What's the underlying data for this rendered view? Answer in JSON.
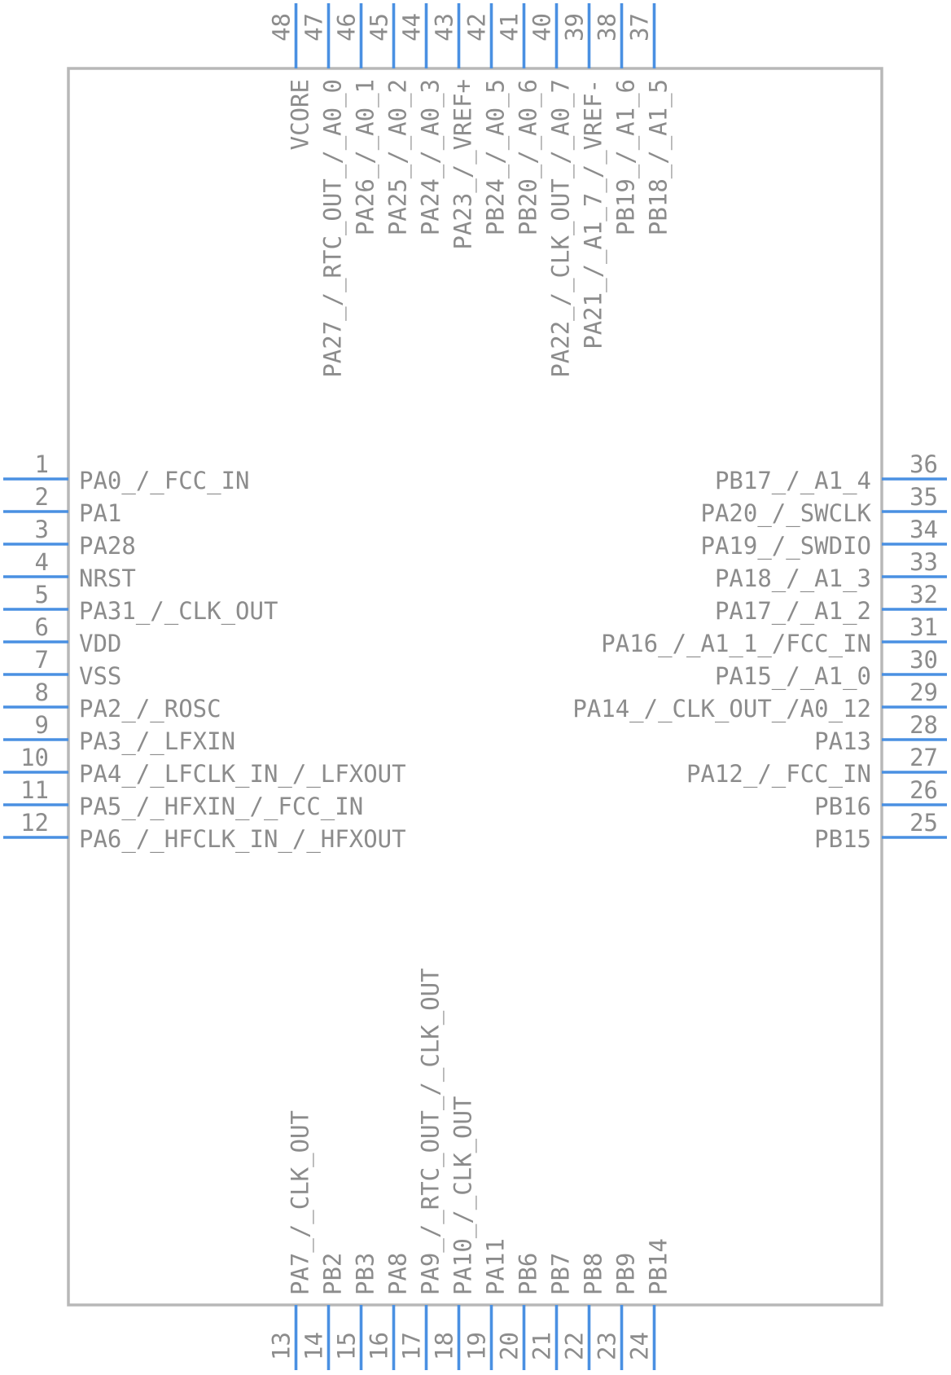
{
  "pins": {
    "left": [
      {
        "number": "1",
        "name": "PA0_/_FCC_IN"
      },
      {
        "number": "2",
        "name": "PA1"
      },
      {
        "number": "3",
        "name": "PA28"
      },
      {
        "number": "4",
        "name": "NRST"
      },
      {
        "number": "5",
        "name": "PA31_/_CLK_OUT"
      },
      {
        "number": "6",
        "name": "VDD"
      },
      {
        "number": "7",
        "name": "VSS"
      },
      {
        "number": "8",
        "name": "PA2_/_ROSC"
      },
      {
        "number": "9",
        "name": "PA3_/_LFXIN"
      },
      {
        "number": "10",
        "name": "PA4_/_LFCLK_IN_/_LFXOUT"
      },
      {
        "number": "11",
        "name": "PA5_/_HFXIN_/_FCC_IN"
      },
      {
        "number": "12",
        "name": "PA6_/_HFCLK_IN_/_HFXOUT"
      }
    ],
    "bottom": [
      {
        "number": "13",
        "name": "PA7_/_CLK_OUT"
      },
      {
        "number": "14",
        "name": "PB2"
      },
      {
        "number": "15",
        "name": "PB3"
      },
      {
        "number": "16",
        "name": "PA8"
      },
      {
        "number": "17",
        "name": "PA9_/_RTC_OUT_/_CLK_OUT"
      },
      {
        "number": "18",
        "name": "PA10_/_CLK_OUT"
      },
      {
        "number": "19",
        "name": "PA11"
      },
      {
        "number": "20",
        "name": "PB6"
      },
      {
        "number": "21",
        "name": "PB7"
      },
      {
        "number": "22",
        "name": "PB8"
      },
      {
        "number": "23",
        "name": "PB9"
      },
      {
        "number": "24",
        "name": "PB14"
      }
    ],
    "right": [
      {
        "number": "25",
        "name": "PB15"
      },
      {
        "number": "26",
        "name": "PB16"
      },
      {
        "number": "27",
        "name": "PA12_/_FCC_IN"
      },
      {
        "number": "28",
        "name": "PA13"
      },
      {
        "number": "29",
        "name": "PA14_/_CLK_OUT_/A0_12"
      },
      {
        "number": "30",
        "name": "PA15_/_A1_0"
      },
      {
        "number": "31",
        "name": "PA16_/_A1_1_/FCC_IN"
      },
      {
        "number": "32",
        "name": "PA17_/_A1_2"
      },
      {
        "number": "33",
        "name": "PA18_/_A1_3"
      },
      {
        "number": "34",
        "name": "PA19_/_SWDIO"
      },
      {
        "number": "35",
        "name": "PA20_/_SWCLK"
      },
      {
        "number": "36",
        "name": "PB17_/_A1_4"
      }
    ],
    "top": [
      {
        "number": "37",
        "name": "PB18_/_A1_5"
      },
      {
        "number": "38",
        "name": "PB19_/_A1_6"
      },
      {
        "number": "39",
        "name": "PA21_/_A1_7_/_VREF-"
      },
      {
        "number": "40",
        "name": "PA22_/_CLK_OUT_/_A0_7"
      },
      {
        "number": "41",
        "name": "PB20_/_A0_6"
      },
      {
        "number": "42",
        "name": "PB24_/_A0_5"
      },
      {
        "number": "43",
        "name": "PA23_/_VREF+"
      },
      {
        "number": "44",
        "name": "PA24_/_A0_3"
      },
      {
        "number": "45",
        "name": "PA25_/_A0_2"
      },
      {
        "number": "46",
        "name": "PA26_/_A0_1"
      },
      {
        "number": "47",
        "name": "PA27_/_RTC_OUT_/_A0_0"
      },
      {
        "number": "48",
        "name": "VCORE"
      }
    ]
  },
  "colors": {
    "pin": "#4a90e2",
    "outline": "#b8b8b8",
    "text": "#8c8c8c"
  }
}
